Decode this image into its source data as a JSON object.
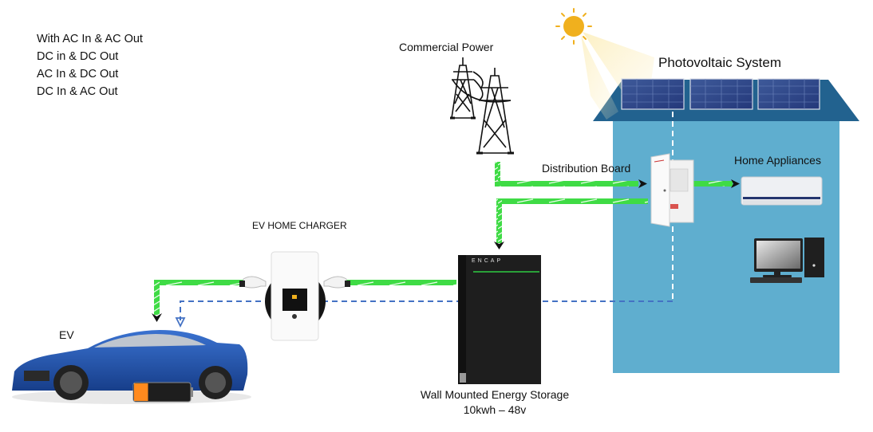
{
  "modes": {
    "items": [
      "With AC In & AC Out",
      "DC in & DC Out",
      "AC In & DC Out",
      "DC In & AC Out"
    ]
  },
  "labels": {
    "commercial_power": "Commercial Power",
    "photovoltaic_system": "Photovoltaic System",
    "distribution_board": "Distribution Board",
    "home_appliances": "Home Appliances",
    "ev_home_charger": "EV HOME CHARGER",
    "ev": "EV",
    "storage_title": "Wall Mounted Energy Storage",
    "storage_spec": "10kwh – 48v"
  },
  "devices": {
    "battery_brand": "ENCAP"
  },
  "icons": {
    "sun": "sun-icon",
    "solar_panel": "solar-panel-icon",
    "power_tower": "transmission-tower-icon",
    "distribution_board": "breaker-panel-icon",
    "air_conditioner": "air-conditioner-icon",
    "computer": "desktop-computer-icon",
    "charger": "ev-charger-icon",
    "battery": "energy-storage-icon",
    "car": "car-icon",
    "car_battery": "battery-level-icon"
  },
  "colors": {
    "house_wall": "#5FAECF",
    "roof": "#22628F",
    "ac_line": "#3FDB45",
    "dc_line": "#4472C4",
    "sun": "#F0B01E",
    "battery_body": "#1E1E1E",
    "battery_accent": "#2ECC40",
    "car_body": "#1F4FA8",
    "car_battery_fill": "#FF8A1E"
  },
  "car_battery": {
    "charge_fraction": 0.25
  }
}
